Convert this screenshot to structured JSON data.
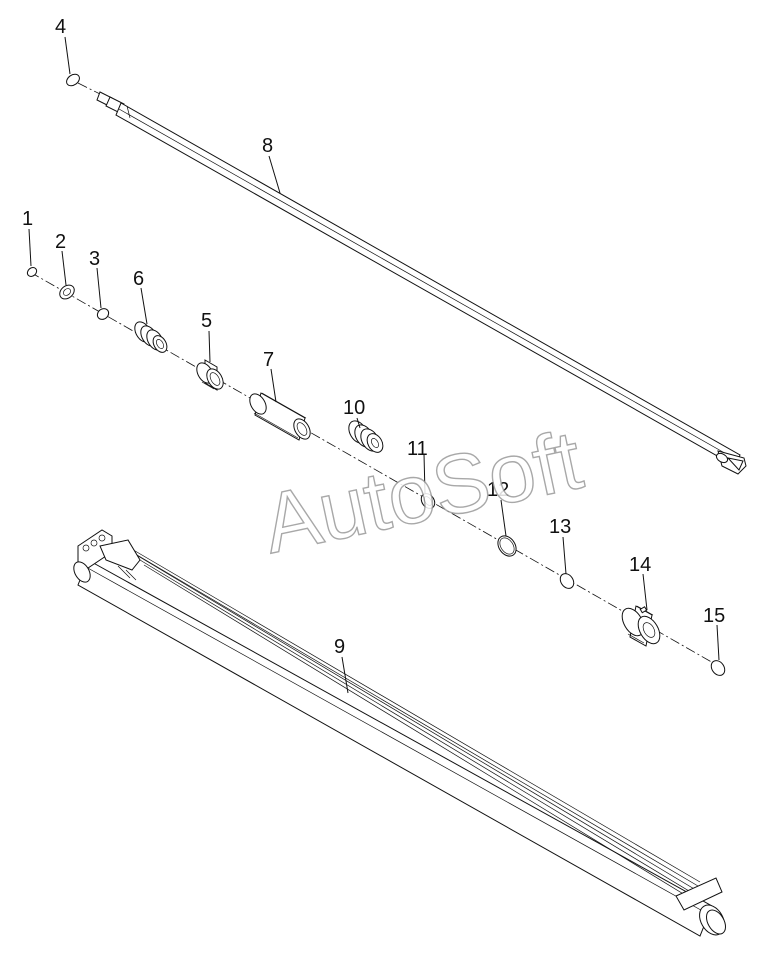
{
  "watermark": "AutoSoft",
  "labels": {
    "p1": "1",
    "p2": "2",
    "p3": "3",
    "p4": "4",
    "p5": "5",
    "p6": "6",
    "p7": "7",
    "p8": "8",
    "p9": "9",
    "p10": "10",
    "p11": "11",
    "p12": "12",
    "p13": "13",
    "p14": "14",
    "p15": "15"
  },
  "colors": {
    "line": "#111111",
    "watermark_stroke": "#9a9a9a"
  }
}
